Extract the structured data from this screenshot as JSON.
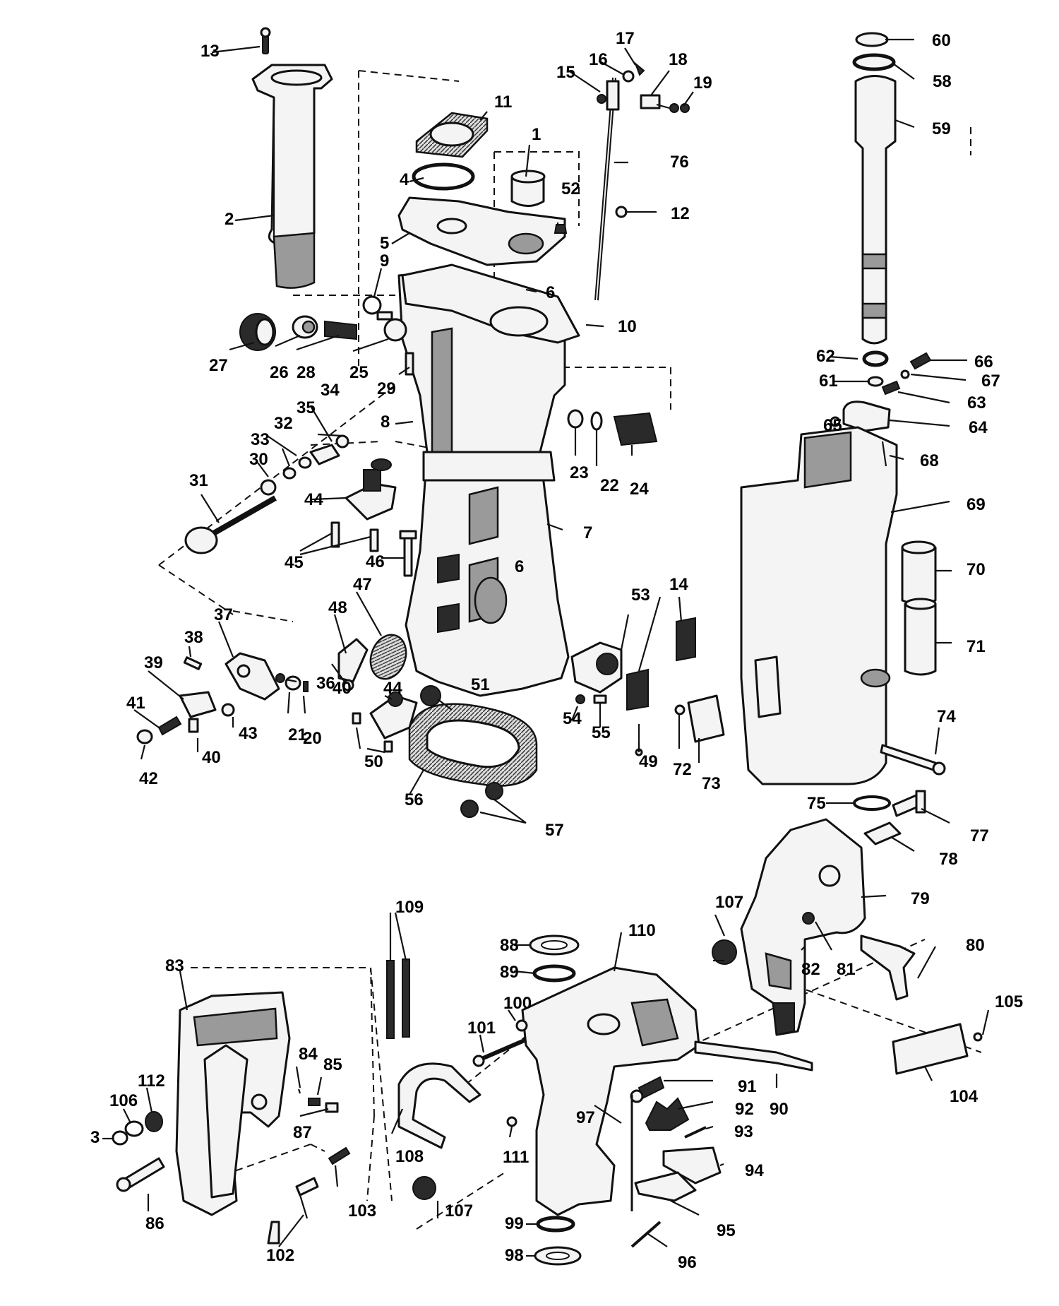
{
  "labels": [
    {
      "text": "1"
    },
    {
      "text": "2"
    },
    {
      "text": "3"
    },
    {
      "text": "4"
    },
    {
      "text": "5"
    },
    {
      "text": "6"
    },
    {
      "text": "6"
    },
    {
      "text": "7"
    },
    {
      "text": "8"
    },
    {
      "text": "9"
    },
    {
      "text": "10"
    },
    {
      "text": "11"
    },
    {
      "text": "12"
    },
    {
      "text": "13"
    },
    {
      "text": "14"
    },
    {
      "text": "15"
    },
    {
      "text": "16"
    },
    {
      "text": "17"
    },
    {
      "text": "18"
    },
    {
      "text": "19"
    },
    {
      "text": "20"
    },
    {
      "text": "21"
    },
    {
      "text": "22"
    },
    {
      "text": "23"
    },
    {
      "text": "24"
    },
    {
      "text": "25"
    },
    {
      "text": "26"
    },
    {
      "text": "27"
    },
    {
      "text": "28"
    },
    {
      "text": "29"
    },
    {
      "text": "30"
    },
    {
      "text": "31"
    },
    {
      "text": "32"
    },
    {
      "text": "33"
    },
    {
      "text": "34"
    },
    {
      "text": "35"
    },
    {
      "text": "36"
    },
    {
      "text": "37"
    },
    {
      "text": "38"
    },
    {
      "text": "39"
    },
    {
      "text": "40"
    },
    {
      "text": "40"
    },
    {
      "text": "41"
    },
    {
      "text": "42"
    },
    {
      "text": "43"
    },
    {
      "text": "44"
    },
    {
      "text": "44"
    },
    {
      "text": "45"
    },
    {
      "text": "46"
    },
    {
      "text": "47"
    },
    {
      "text": "48"
    },
    {
      "text": "49"
    },
    {
      "text": "50"
    },
    {
      "text": "51"
    },
    {
      "text": "52"
    },
    {
      "text": "53"
    },
    {
      "text": "54"
    },
    {
      "text": "55"
    },
    {
      "text": "56"
    },
    {
      "text": "57"
    },
    {
      "text": "58"
    },
    {
      "text": "59"
    },
    {
      "text": "60"
    },
    {
      "text": "61"
    },
    {
      "text": "62"
    },
    {
      "text": "63"
    },
    {
      "text": "64"
    },
    {
      "text": "65"
    },
    {
      "text": "66"
    },
    {
      "text": "67"
    },
    {
      "text": "68"
    },
    {
      "text": "69"
    },
    {
      "text": "70"
    },
    {
      "text": "71"
    },
    {
      "text": "72"
    },
    {
      "text": "73"
    },
    {
      "text": "74"
    },
    {
      "text": "75"
    },
    {
      "text": "76"
    },
    {
      "text": "77"
    },
    {
      "text": "78"
    },
    {
      "text": "79"
    },
    {
      "text": "80"
    },
    {
      "text": "81"
    },
    {
      "text": "82"
    },
    {
      "text": "83"
    },
    {
      "text": "84"
    },
    {
      "text": "85"
    },
    {
      "text": "86"
    },
    {
      "text": "87"
    },
    {
      "text": "88"
    },
    {
      "text": "89"
    },
    {
      "text": "90"
    },
    {
      "text": "91"
    },
    {
      "text": "92"
    },
    {
      "text": "93"
    },
    {
      "text": "94"
    },
    {
      "text": "95"
    },
    {
      "text": "96"
    },
    {
      "text": "97"
    },
    {
      "text": "98"
    },
    {
      "text": "99"
    },
    {
      "text": "100"
    },
    {
      "text": "101"
    },
    {
      "text": "102"
    },
    {
      "text": "103"
    },
    {
      "text": "104"
    },
    {
      "text": "105"
    },
    {
      "text": "106"
    },
    {
      "text": "107"
    },
    {
      "text": "107"
    },
    {
      "text": "108"
    },
    {
      "text": "109"
    },
    {
      "text": "110"
    },
    {
      "text": "111"
    },
    {
      "text": "112"
    }
  ]
}
